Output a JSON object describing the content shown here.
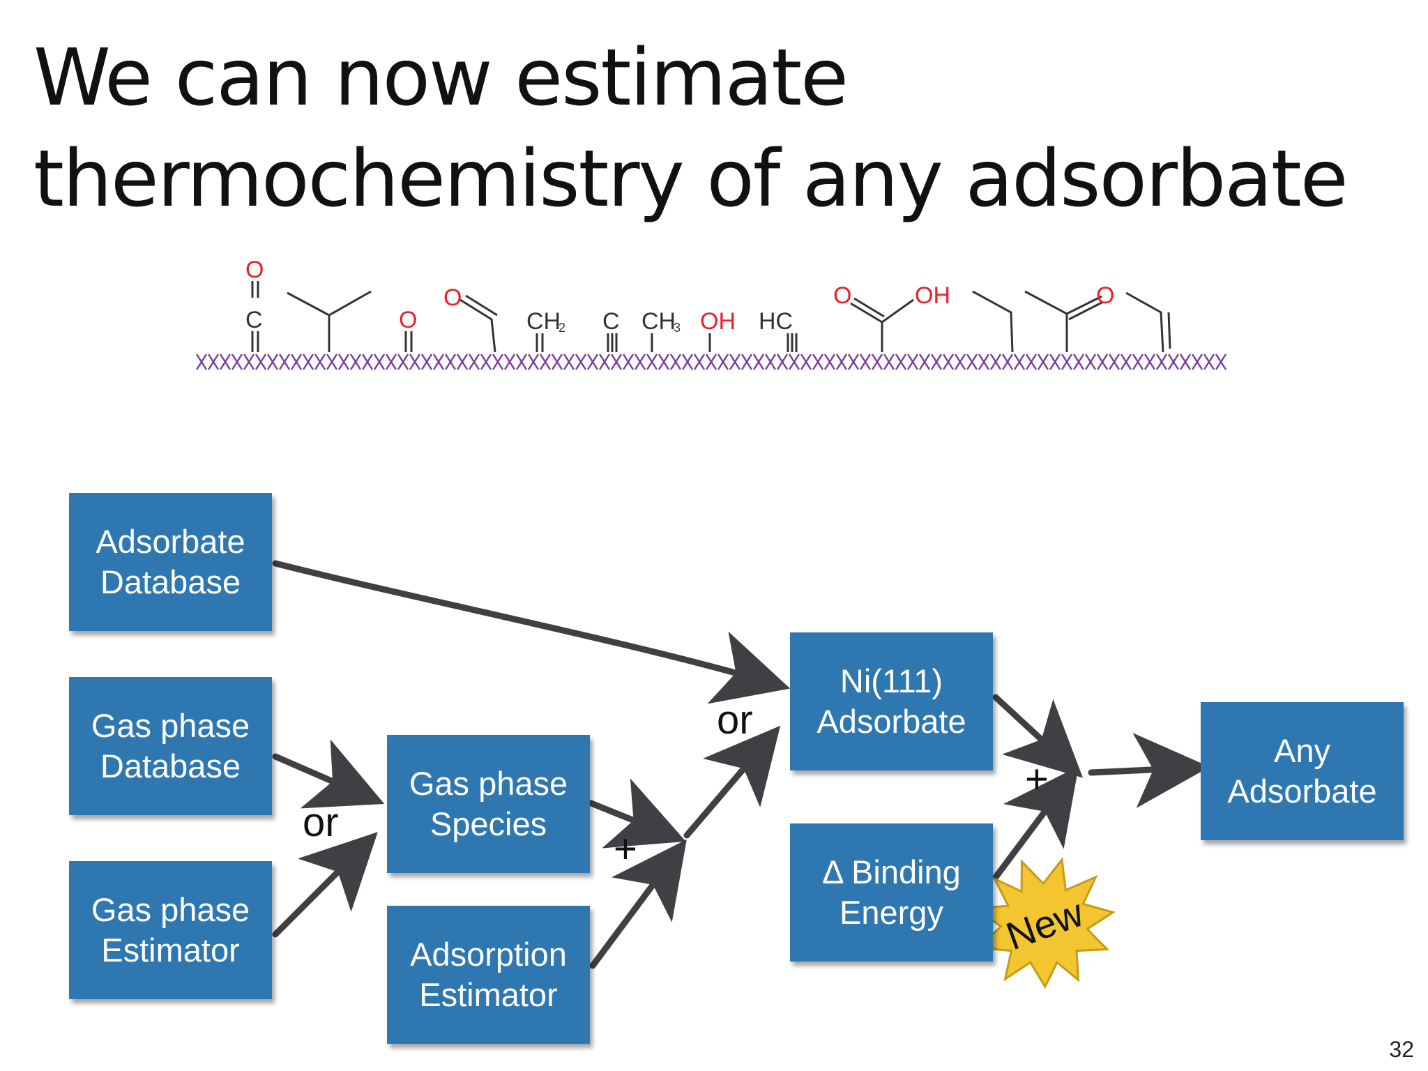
{
  "slide": {
    "title_lines": [
      "We can now estimate",
      "thermochemistry of any adsorbate"
    ],
    "page_number": "32"
  },
  "molecules": {
    "labels": {
      "o": "O",
      "c": "C",
      "ch2": "CH",
      "ch2_sub": "2",
      "ch3": "CH",
      "ch3_sub": "3",
      "oh": "OH",
      "hc": "HC",
      "oh2": "OH"
    },
    "colors": {
      "oxygen": "#e8202a",
      "bond": "#333333",
      "surface": "#7b3fa0"
    }
  },
  "boxes": {
    "adsorbate_database": "Adsorbate\nDatabase",
    "gas_phase_database": "Gas phase\nDatabase",
    "gas_phase_estimator": "Gas phase\nEstimator",
    "gas_phase_species": "Gas phase\nSpecies",
    "adsorption_estimator": "Adsorption\nEstimator",
    "ni111_adsorbate": "Ni(111)\nAdsorbate",
    "delta_binding_energy": "Δ Binding\nEnergy",
    "any_adsorbate": "Any\nAdsorbate"
  },
  "operators": {
    "or_left": "or",
    "plus_middle": "+",
    "or_right": "or",
    "plus_right": "+"
  },
  "badge": {
    "label": "New",
    "color": "#f2c531"
  },
  "colors": {
    "box": "#2f77b1",
    "arrow": "#3f4044"
  }
}
